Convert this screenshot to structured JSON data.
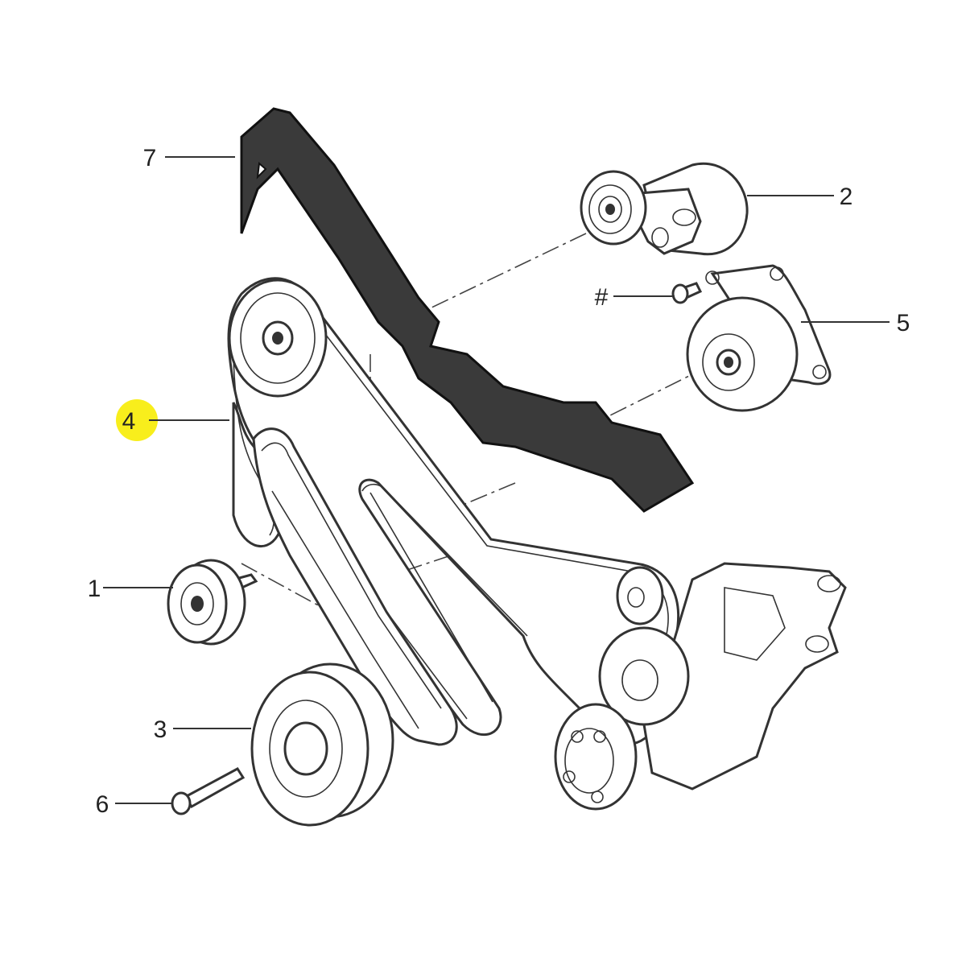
{
  "callouts": [
    {
      "id": "7",
      "label": "7",
      "highlighted": false
    },
    {
      "id": "2",
      "label": "2",
      "highlighted": false
    },
    {
      "id": "hash",
      "label": "#",
      "highlighted": false
    },
    {
      "id": "5",
      "label": "5",
      "highlighted": false
    },
    {
      "id": "4",
      "label": "4",
      "highlighted": true
    },
    {
      "id": "1",
      "label": "1",
      "highlighted": false
    },
    {
      "id": "3",
      "label": "3",
      "highlighted": false
    },
    {
      "id": "6",
      "label": "6",
      "highlighted": false
    }
  ],
  "colors": {
    "highlight": "#f8ee1c",
    "line": "#333333",
    "dark_part": "#3a3a3a",
    "background": "#ffffff"
  },
  "icons": {
    "belt_guard": "belt-guard-icon",
    "tensioner_assembly": "tensioner-assembly-icon",
    "tensioner_pulley": "tensioner-pulley-icon",
    "serpentine_belt": "serpentine-belt-icon",
    "idler_pulley": "idler-pulley-icon",
    "crankshaft_pulley": "crankshaft-pulley-icon",
    "pulley_bolt": "bolt-icon",
    "water_pump": "water-pump-icon"
  }
}
